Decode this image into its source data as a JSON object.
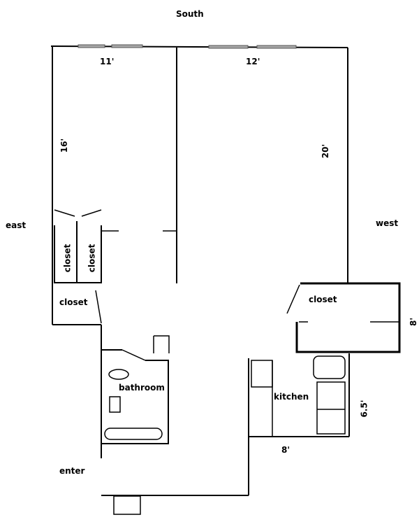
{
  "compass": {
    "south": "South",
    "east": "east",
    "west": "west"
  },
  "dimensions": {
    "room_left_width": "11'",
    "room_right_width": "12'",
    "room_left_depth": "16'",
    "room_right_depth": "20'",
    "closet_depth": "8'",
    "kitchen_depth": "6.5'",
    "kitchen_width": "8'"
  },
  "rooms": {
    "closet_1": "closet",
    "closet_2": "closet",
    "closet_3": "closet",
    "closet_4": "closet",
    "bathroom": "bathroom",
    "kitchen": "kitchen",
    "entry": "enter"
  },
  "colors": {
    "wall": "#000000",
    "window": "#a8a8a8",
    "background": "#ffffff"
  }
}
